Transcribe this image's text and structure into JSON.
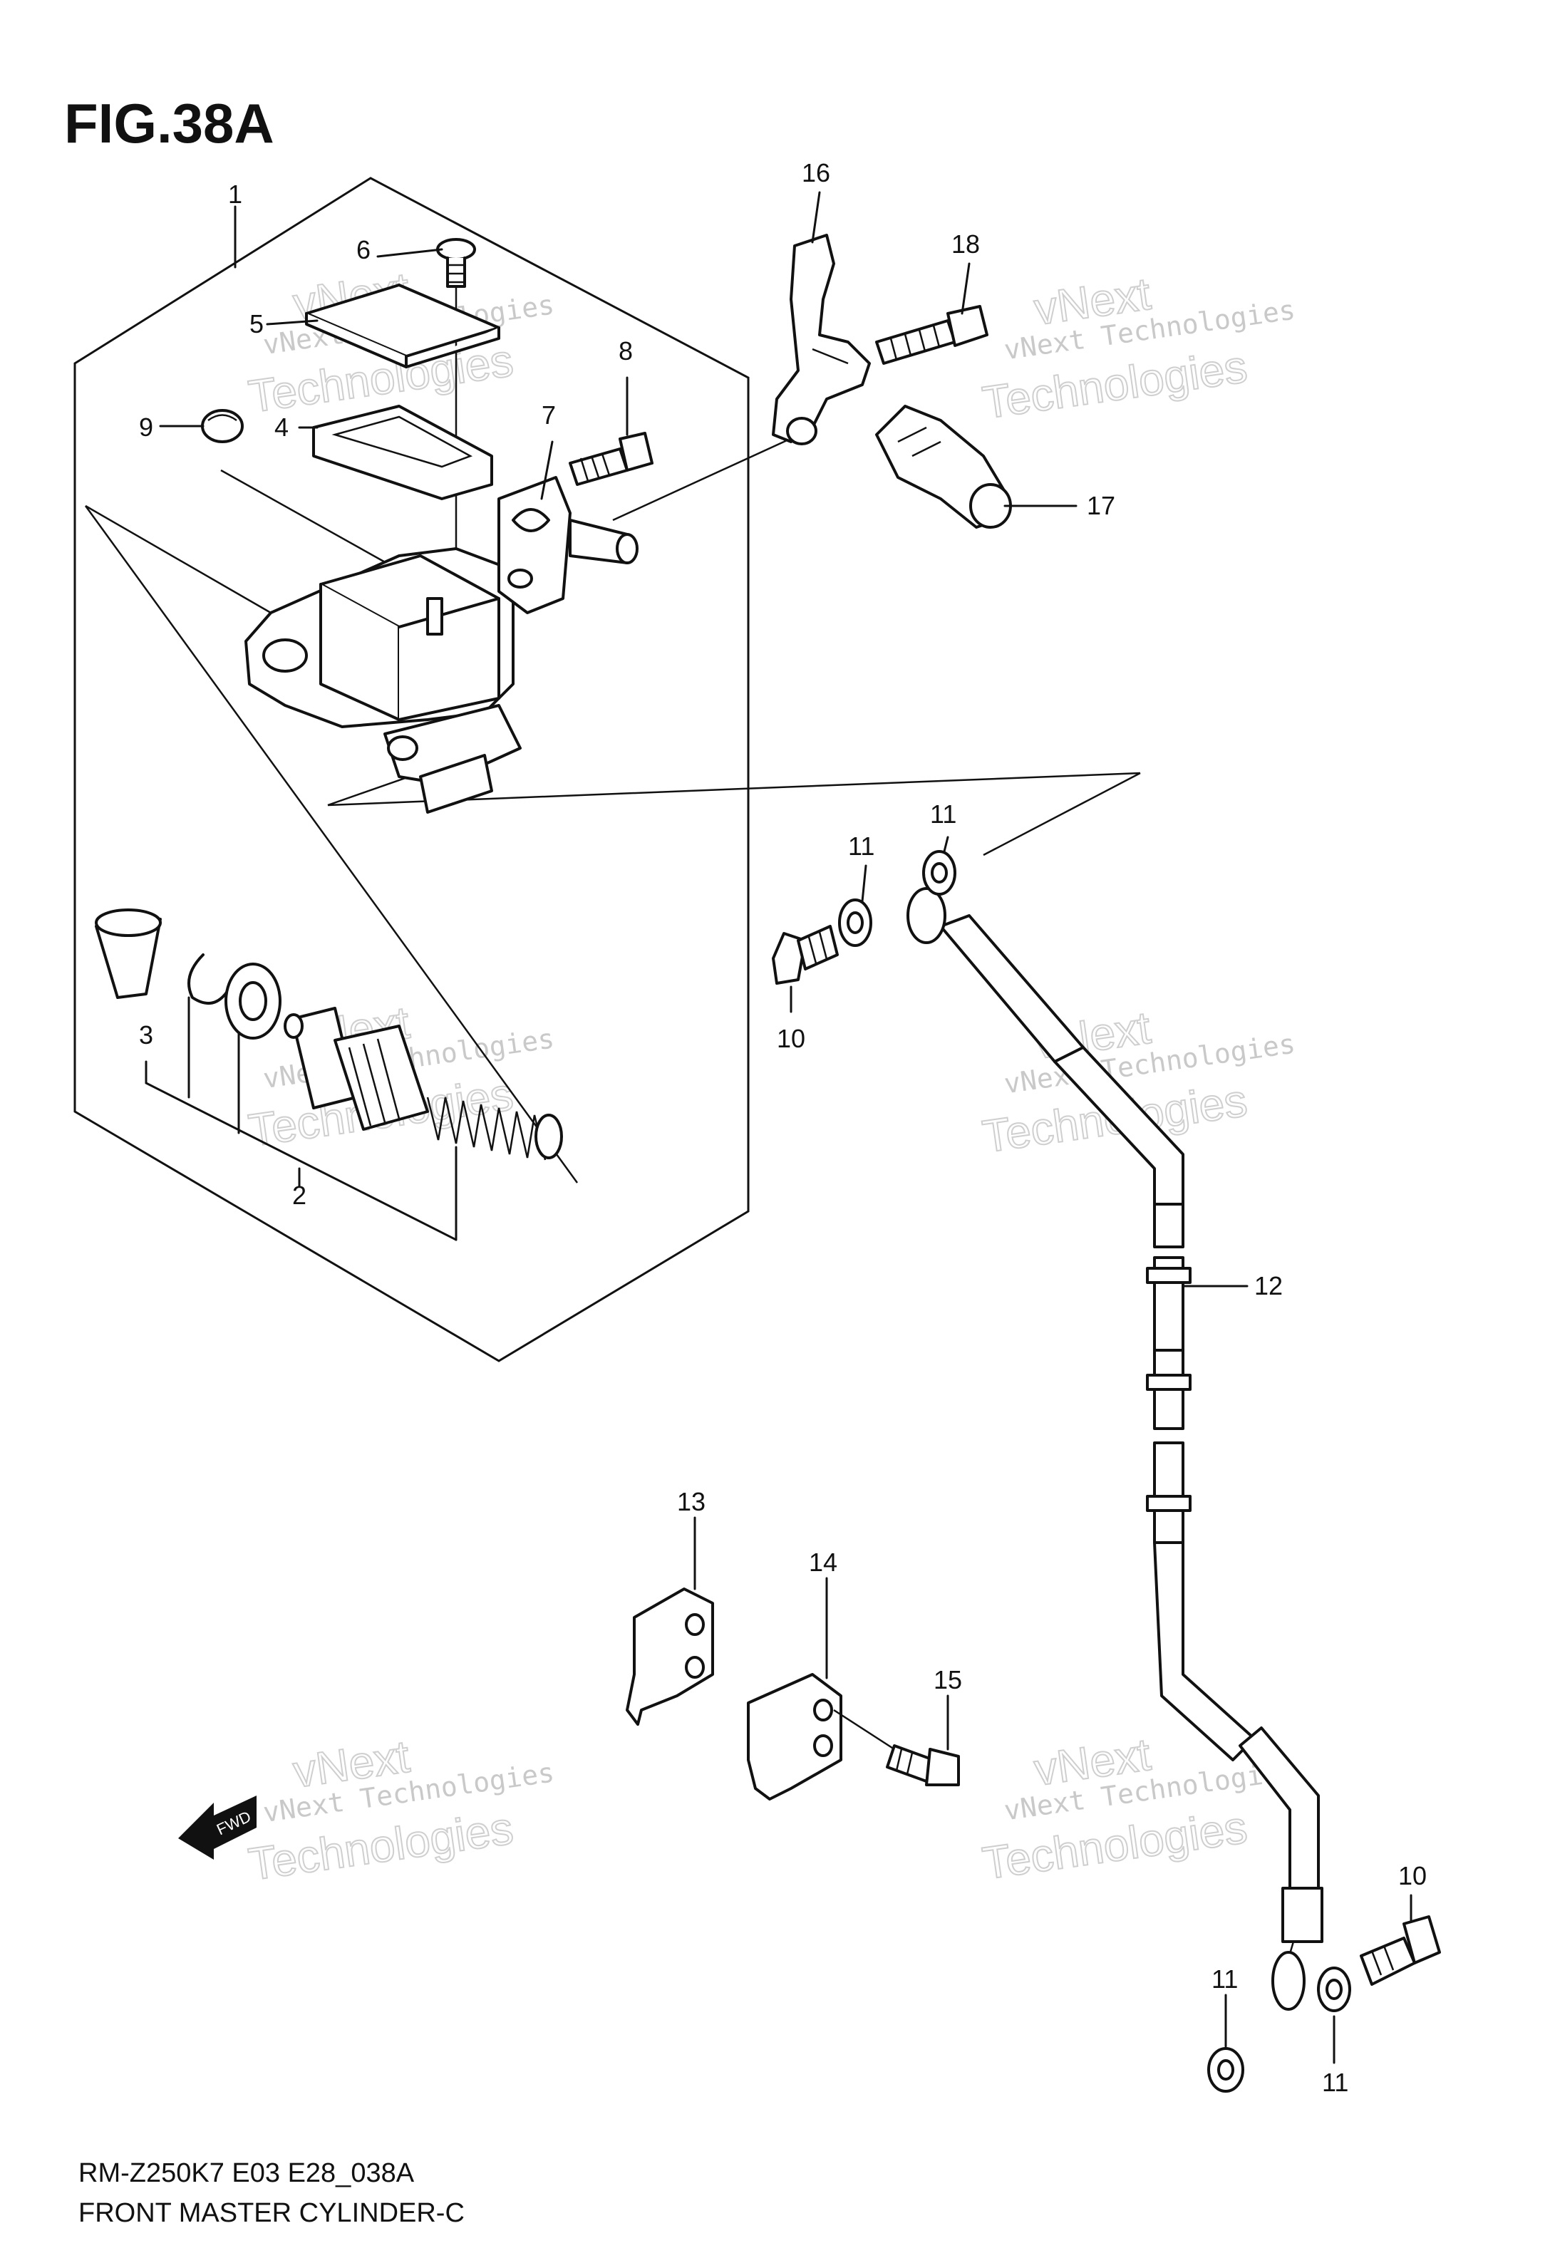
{
  "figure": {
    "title": "FIG.38A",
    "code": "RM-Z250K7 E03 E28_038A",
    "caption": "FRONT MASTER CYLINDER-C"
  },
  "watermark": {
    "line1": "vNext Technologies",
    "line2": "vNext",
    "line3": "Technologies"
  },
  "fwd_badge": "FWD",
  "callouts": {
    "c1": "1",
    "c2": "2",
    "c3": "3",
    "c4": "4",
    "c5": "5",
    "c6": "6",
    "c7": "7",
    "c8": "8",
    "c9": "9",
    "c10a": "10",
    "c10b": "10",
    "c11a": "11",
    "c11b": "11",
    "c11c": "11",
    "c11d": "11",
    "c12": "12",
    "c13": "13",
    "c14": "14",
    "c15": "15",
    "c16": "16",
    "c17": "17",
    "c18": "18"
  }
}
